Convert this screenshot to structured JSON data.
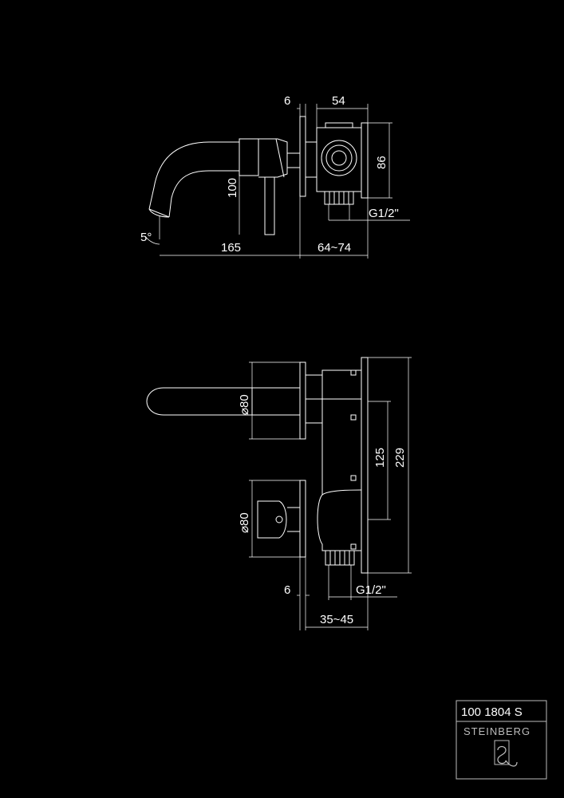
{
  "side_view": {
    "dims": {
      "d6": "6",
      "d54": "54",
      "d86": "86",
      "d100": "100",
      "d5deg": "5°",
      "d165": "165",
      "d6474": "64~74",
      "thread": "G1/2\""
    }
  },
  "front_view": {
    "dims": {
      "dia80_top": "⌀80",
      "dia80_bottom": "⌀80",
      "d125": "125",
      "d229": "229",
      "d6": "6",
      "thread": "G1/2\"",
      "d3545": "35~45"
    }
  },
  "title_block": {
    "code": "100 1804 S",
    "brand": "STEINBERG"
  }
}
